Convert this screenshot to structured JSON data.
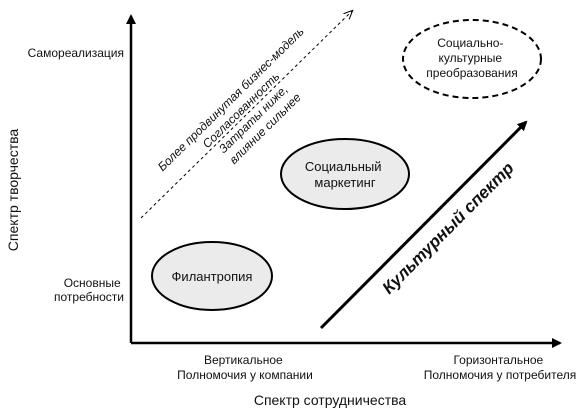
{
  "y_axis": {
    "title": "Спектр творчества",
    "top_label": "Самореализация",
    "bottom_label_lines": [
      "Основные",
      "потребности"
    ]
  },
  "x_axis": {
    "title": "Спектр сотрудничества",
    "left_label_lines": [
      "Вертикальное",
      "Полномочия у компании"
    ],
    "right_label_lines": [
      "Горизонтальное",
      "Полномочия у потребителя"
    ]
  },
  "nodes": {
    "philanthropy": {
      "label": "Филантропия"
    },
    "social_marketing": {
      "label_lines": [
        "Социальный",
        "маркетинг"
      ]
    },
    "sociocultural": {
      "label_lines": [
        "Социально-",
        "культурные",
        "преобразования"
      ]
    }
  },
  "diagonal_notes": [
    "Более продвинутая бизнес-модель",
    "Согласованность",
    "Затраты ниже,",
    "влияние сильнее"
  ],
  "cultural_arrow_label": "Культурный спектр"
}
